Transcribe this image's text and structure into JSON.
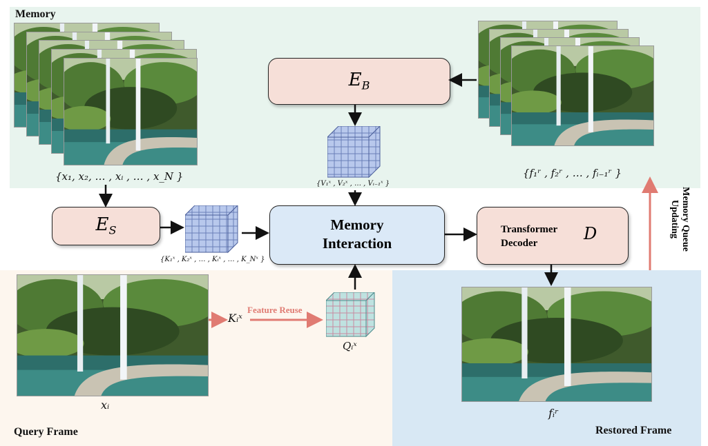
{
  "regions": {
    "memory_label": "Memory",
    "query_label": "Query Frame",
    "restored_label": "Restored Frame"
  },
  "boxes": {
    "eb": {
      "main": "E",
      "sub": "B"
    },
    "es": {
      "main": "E",
      "sub": "S"
    },
    "interaction": {
      "line1": "Memory",
      "line2": "Interaction"
    },
    "decoder": {
      "line1": "Transformer",
      "line2": "Decoder",
      "symbol": "D"
    }
  },
  "captions": {
    "memory_set": "{x₁, x₂, … , xᵢ , … , x_N }",
    "restored_set": "{f₁ʳ , f₂ʳ , … , fᵢ₋₁ʳ }",
    "value_features": "{V₁ˣ , V₂ˣ , … , Vᵢ₋₁ˣ }",
    "key_features": "{K₁ˣ , K₂ˣ , … , Kᵢˣ , … , K_Nˣ }",
    "query_frame": "xᵢ",
    "restored_frame": "fᵢʳ",
    "key_i": "Kᵢˣ",
    "query_feature": "Qᵢˣ"
  },
  "labels": {
    "feature_reuse": "Feature Reuse",
    "memory_update": "Memory Queue Updating"
  },
  "colors": {
    "memory_bg": "#e8f4ee",
    "query_bg": "#fdf6ee",
    "restored_bg": "#d8e8f4",
    "encoder_box": "#f6dfd8",
    "interaction_box": "#dbe9f7",
    "reuse_arrow": "#e07b72",
    "cube_blue": "#b8c8ec",
    "cube_teal": "#bfe2e0"
  }
}
